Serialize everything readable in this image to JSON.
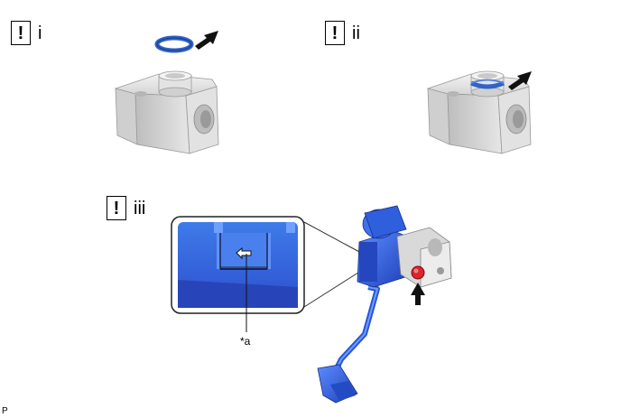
{
  "steps": [
    {
      "icon": "caution-icon",
      "symbol": "!",
      "label": "i"
    },
    {
      "icon": "caution-icon",
      "symbol": "!",
      "label": "ii"
    },
    {
      "icon": "caution-icon",
      "symbol": "!",
      "label": "iii"
    }
  ],
  "callout_label": "*a",
  "figure_code": "P",
  "colors": {
    "part_gray": "#d9d9d9",
    "oring_blue": "#2f63c9",
    "assembly_blue": "#2a56d6",
    "plug_red": "#d9262f"
  }
}
